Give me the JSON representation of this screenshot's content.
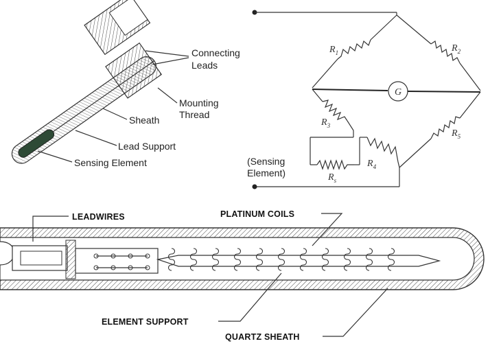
{
  "rtd_probe": {
    "labels": {
      "connecting": "Connecting",
      "leads": "Leads",
      "mounting": "Mounting",
      "thread": "Thread",
      "sheath": "Sheath",
      "lead_support": "Lead Support",
      "sensing_element": "Sensing Element"
    }
  },
  "bridge": {
    "r1": "R",
    "r1_sub": "1",
    "r2": "R",
    "r2_sub": "2",
    "r3": "R",
    "r3_sub": "3",
    "r4": "R",
    "r4_sub": "4",
    "r5": "R",
    "r5_sub": "5",
    "rs": "R",
    "rs_sub": "s",
    "galvanometer": "G",
    "sensing_line1": "(Sensing",
    "sensing_line2": "Element)"
  },
  "cross_section": {
    "leadwires": "LEADWIRES",
    "platinum_coils": "PLATINUM COILS",
    "element_support": "ELEMENT SUPPORT",
    "quartz_sheath": "QUARTZ SHEATH"
  }
}
